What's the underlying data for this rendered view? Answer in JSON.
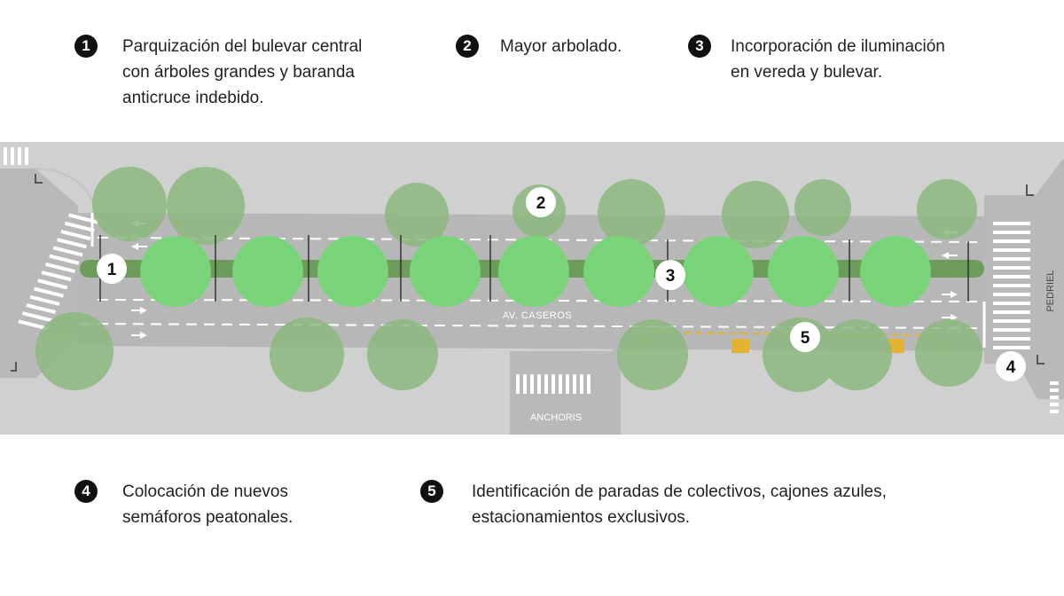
{
  "legend": [
    {
      "num": "1",
      "text": "Parquización del bulevar central\ncon árboles grandes y baranda\nanticruce indebido."
    },
    {
      "num": "2",
      "text": "Mayor arbolado."
    },
    {
      "num": "3",
      "text": "Incorporación de iluminación\nen vereda y bulevar."
    },
    {
      "num": "4",
      "text": "Colocación de nuevos\nsemáforos peatonales."
    },
    {
      "num": "5",
      "text": "Identificación de paradas de colectivos, cajones azules,\nestacionamientos exclusivos."
    }
  ],
  "plan": {
    "street_main": "AV. CASEROS",
    "street_cross_bottom": "ANCHORIS",
    "street_cross_right": "PEDRIEL",
    "markers": [
      "1",
      "2",
      "3",
      "4",
      "5"
    ],
    "colors": {
      "sidewalk": "#d0d0d0",
      "road": "#b7b7b7",
      "boulevard": "#6c9b5a",
      "tree_existing": "#8bb97e",
      "tree_new": "#79d47a",
      "bus_marking": "#e3b230"
    }
  }
}
